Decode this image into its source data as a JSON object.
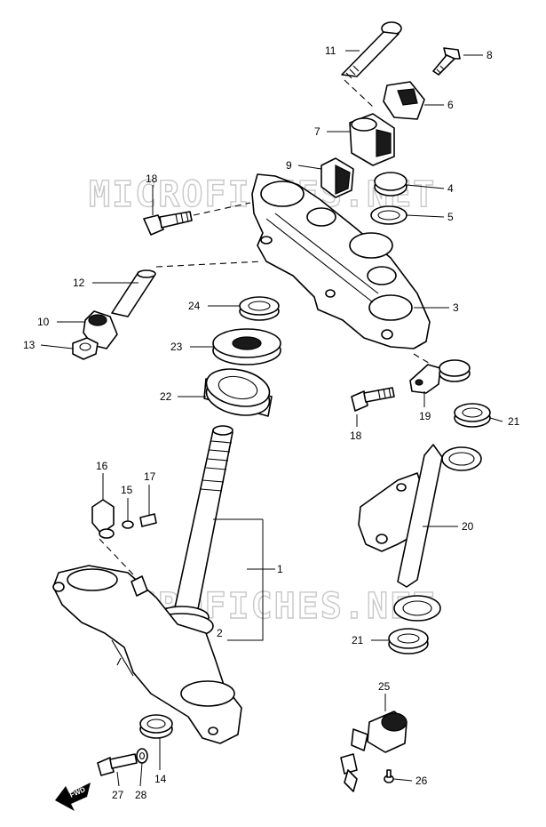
{
  "watermarks": [
    "MICROFICHES.NET",
    "MICROFICHES.NET"
  ],
  "direction_label": "FWD",
  "callouts": [
    {
      "id": "c1",
      "text": "1"
    },
    {
      "id": "c2",
      "text": "2"
    },
    {
      "id": "c3",
      "text": "3"
    },
    {
      "id": "c4",
      "text": "4"
    },
    {
      "id": "c5",
      "text": "5"
    },
    {
      "id": "c6",
      "text": "6"
    },
    {
      "id": "c7",
      "text": "7"
    },
    {
      "id": "c8",
      "text": "8"
    },
    {
      "id": "c9",
      "text": "9"
    },
    {
      "id": "c10",
      "text": "10"
    },
    {
      "id": "c11",
      "text": "11"
    },
    {
      "id": "c12",
      "text": "12"
    },
    {
      "id": "c13",
      "text": "13"
    },
    {
      "id": "c14",
      "text": "14"
    },
    {
      "id": "c15",
      "text": "15"
    },
    {
      "id": "c16",
      "text": "16"
    },
    {
      "id": "c17",
      "text": "17"
    },
    {
      "id": "c18a",
      "text": "18"
    },
    {
      "id": "c18b",
      "text": "18"
    },
    {
      "id": "c19",
      "text": "19"
    },
    {
      "id": "c20",
      "text": "20"
    },
    {
      "id": "c21a",
      "text": "21"
    },
    {
      "id": "c21b",
      "text": "21"
    },
    {
      "id": "c22",
      "text": "22"
    },
    {
      "id": "c23",
      "text": "23"
    },
    {
      "id": "c24",
      "text": "24"
    },
    {
      "id": "c25",
      "text": "25"
    },
    {
      "id": "c26",
      "text": "26"
    },
    {
      "id": "c27",
      "text": "27"
    },
    {
      "id": "c28",
      "text": "28"
    }
  ]
}
